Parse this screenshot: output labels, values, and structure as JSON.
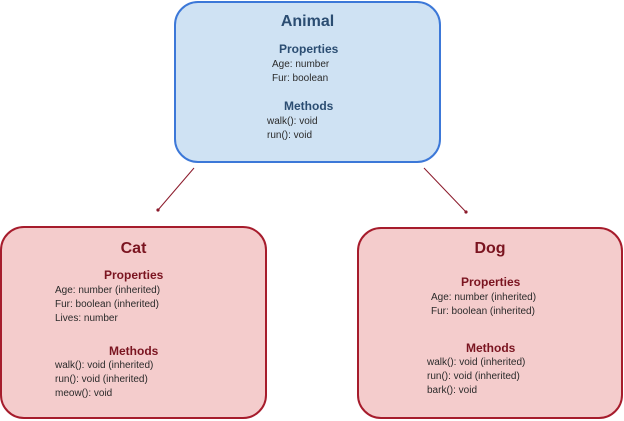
{
  "colors": {
    "parent_fill": "#cfe2f3",
    "parent_border": "#3c78d8",
    "parent_text": "#2b4d72",
    "child_fill": "#f4cccc",
    "child_border": "#a61c2c",
    "child_text": "#7a1420",
    "connector": "#8b1a2b"
  },
  "animal": {
    "title": "Animal",
    "properties_label": "Properties",
    "properties": [
      "Age: number",
      "Fur: boolean"
    ],
    "methods_label": "Methods",
    "methods": [
      "walk(): void",
      "run(): void"
    ]
  },
  "cat": {
    "title": "Cat",
    "properties_label": "Properties",
    "properties": [
      "Age: number (inherited)",
      "Fur: boolean (inherited)",
      "Lives: number"
    ],
    "methods_label": "Methods",
    "methods": [
      "walk(): void (inherited)",
      "run(): void (inherited)",
      "meow(): void"
    ]
  },
  "dog": {
    "title": "Dog",
    "properties_label": "Properties",
    "properties": [
      "Age: number (inherited)",
      "Fur: boolean (inherited)"
    ],
    "methods_label": "Methods",
    "methods": [
      "walk(): void (inherited)",
      "run(): void (inherited)",
      "bark(): void"
    ]
  }
}
